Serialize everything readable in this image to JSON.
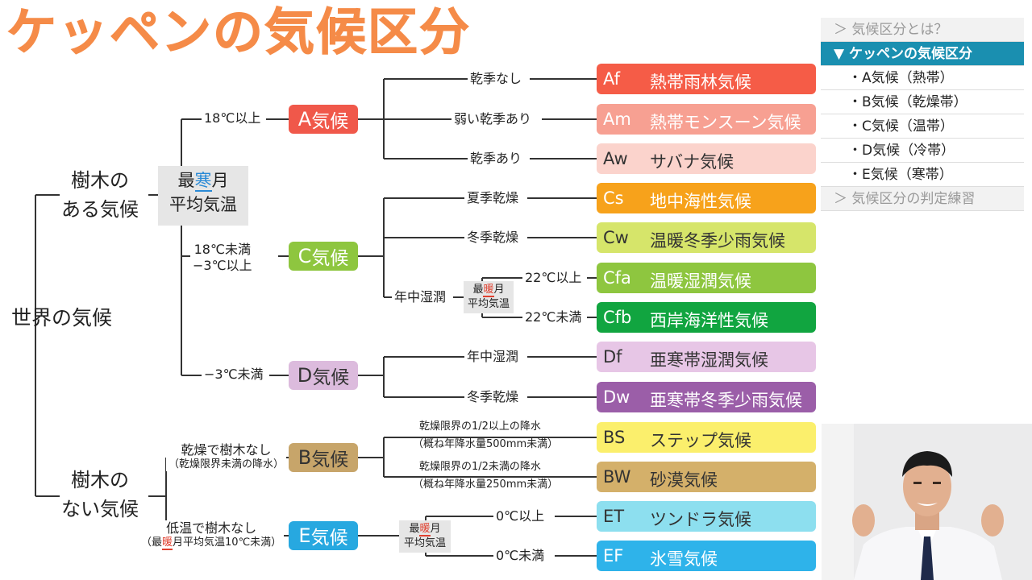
{
  "title": "ケッペンの気候区分",
  "root": "世界の気候",
  "branches": {
    "trees": [
      "樹木の",
      "ある気候"
    ],
    "no_trees": [
      "樹木の",
      "ない気候"
    ]
  },
  "coldest_month_box": {
    "line1_pre": "最",
    "line1_hl": "寒",
    "line1_post": "月",
    "line2": "平均気温"
  },
  "warmest_month_box_c": {
    "line1_pre": "最",
    "line1_hl": "暖",
    "line1_post": "月",
    "line2": "平均気温"
  },
  "warmest_month_box_e": {
    "line1_pre": "最",
    "line1_hl": "暖",
    "line1_post": "月",
    "line2": "平均気温"
  },
  "conditions": {
    "a": "18℃以上",
    "c1": "18℃未満",
    "c2": "−3℃以上",
    "d": "−3℃未満",
    "b1": "乾燥で樹木なし",
    "b2": "（乾燥限界未満の降水）",
    "e1": "低温で樹木なし",
    "e2_pre": "（最",
    "e2_hl": "暖",
    "e2_post": "月平均気温10℃未満）",
    "af": "乾季なし",
    "am": "弱い乾季あり",
    "aw": "乾季あり",
    "cs": "夏季乾燥",
    "cw": "冬季乾燥",
    "cf": "年中湿潤",
    "cfa": "22℃以上",
    "cfb": "22℃未満",
    "df": "年中湿潤",
    "dw": "冬季乾燥",
    "bs1": "乾燥限界の1/2以上の降水",
    "bs2": "（概ね年降水量500mm未満）",
    "bw1": "乾燥限界の1/2未満の降水",
    "bw2": "（概ね年降水量250mm未満）",
    "et": "0℃以上",
    "ef": "0℃未満"
  },
  "groups": {
    "a": {
      "code": "A",
      "label": "気候",
      "color": "#f0584a"
    },
    "c": {
      "code": "C",
      "label": "気候",
      "color": "#8ec63f"
    },
    "d": {
      "code": "D",
      "label": "気候",
      "color": "#dcbbdd"
    },
    "b": {
      "code": "B",
      "label": "気候",
      "color": "#c7a56a"
    },
    "e": {
      "code": "E",
      "label": "気候",
      "color": "#27a8e0"
    }
  },
  "climate_types": [
    {
      "code": "Af",
      "name": "熱帯雨林気候",
      "color": "#f55c47",
      "text": "#ffffff"
    },
    {
      "code": "Am",
      "name": "熱帯モンスーン気候",
      "color": "#f7a092",
      "text": "#ffffff"
    },
    {
      "code": "Aw",
      "name": "サバナ気候",
      "color": "#fbd3cc",
      "text": "#333333"
    },
    {
      "code": "Cs",
      "name": "地中海性気候",
      "color": "#f7a21b",
      "text": "#ffffff"
    },
    {
      "code": "Cw",
      "name": "温暖冬季少雨気候",
      "color": "#d6e56a",
      "text": "#333333"
    },
    {
      "code": "Cfa",
      "name": "温暖湿潤気候",
      "color": "#8ec63f",
      "text": "#ffffff"
    },
    {
      "code": "Cfb",
      "name": "西岸海洋性気候",
      "color": "#11a540",
      "text": "#ffffff"
    },
    {
      "code": "Df",
      "name": "亜寒帯湿潤気候",
      "color": "#e7c6e6",
      "text": "#333333"
    },
    {
      "code": "Dw",
      "name": "亜寒帯冬季少雨気候",
      "color": "#9b5ea8",
      "text": "#ffffff"
    },
    {
      "code": "BS",
      "name": "ステップ気候",
      "color": "#fbef6c",
      "text": "#333333"
    },
    {
      "code": "BW",
      "name": "砂漠気候",
      "color": "#d4b06a",
      "text": "#333333"
    },
    {
      "code": "ET",
      "name": "ツンドラ気候",
      "color": "#8ddfef",
      "text": "#333333"
    },
    {
      "code": "EF",
      "name": "氷雪気候",
      "color": "#2eb3ea",
      "text": "#ffffff"
    }
  ],
  "toc": [
    {
      "label": "＞ 気候区分とは？",
      "state": "normal"
    },
    {
      "label": "▼ ケッペンの気候区分",
      "state": "active"
    },
    {
      "label": "・A気候（熱帯）",
      "state": "sub"
    },
    {
      "label": "・B気候（乾燥帯）",
      "state": "sub"
    },
    {
      "label": "・C気候（温帯）",
      "state": "sub"
    },
    {
      "label": "・D気候（冷帯）",
      "state": "sub"
    },
    {
      "label": "・E気候（寒帯）",
      "state": "sub"
    },
    {
      "label": "＞ 気候区分の判定練習",
      "state": "normal"
    }
  ]
}
